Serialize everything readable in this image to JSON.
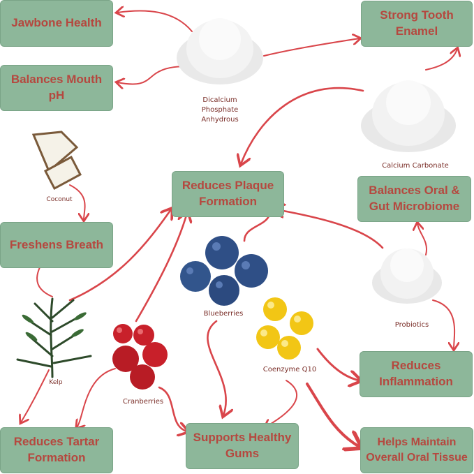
{
  "benefits": {
    "jawbone": "Jawbone Health",
    "mouth_ph": "Balances Mouth\npH",
    "tooth_enamel": "Strong Tooth\nEnamel",
    "plaque": "Reduces Plaque\nFormation",
    "microbiome": "Balances Oral &\nGut Microbiome",
    "breath": "Freshens Breath",
    "inflammation": "Reduces\nInflammation",
    "tartar": "Reduces Tartar\nFormation",
    "gums": "Supports Healthy\nGums",
    "oral_tissue": "Helps Maintain\nOverall Oral Tissue"
  },
  "ingredients": {
    "dicalcium": "Dicalcium\nPhosphate\nAnhydrous",
    "calcium_carbonate": "Calcium Carbonate",
    "coconut": "Coconut",
    "blueberries": "Blueberries",
    "probiotics": "Probiotics",
    "coenzyme": "Coenzyme Q10",
    "kelp": "Kelp",
    "cranberries": "Cranberries"
  },
  "colors": {
    "box_fill": "#8db79a",
    "box_text": "#b5483f",
    "arrow": "#d9454a",
    "label": "#7a2e28"
  }
}
